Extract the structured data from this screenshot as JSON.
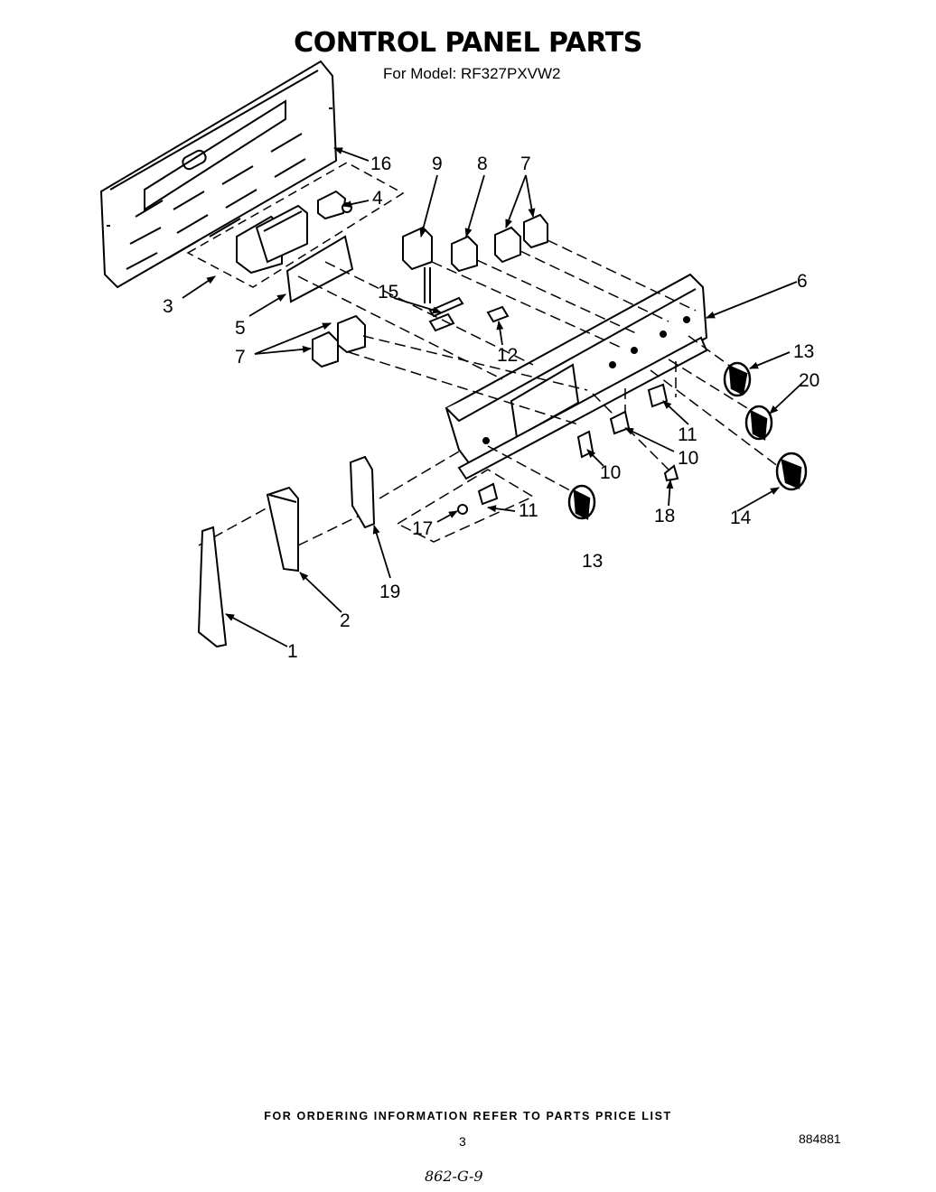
{
  "header": {
    "title": "CONTROL PANEL PARTS",
    "model_line": "For Model: RF327PXVW2"
  },
  "callouts": [
    "16",
    "4",
    "3",
    "9",
    "8",
    "7",
    "15",
    "5",
    "12",
    "7",
    "6",
    "13",
    "20",
    "11",
    "10",
    "10",
    "18",
    "14",
    "11",
    "17",
    "13",
    "19",
    "2",
    "1"
  ],
  "footer": {
    "ordering_note": "FOR ORDERING INFORMATION REFER TO PARTS PRICE LIST",
    "page_number": "3",
    "document_number": "884881",
    "handwritten_note": "862-G-9"
  }
}
